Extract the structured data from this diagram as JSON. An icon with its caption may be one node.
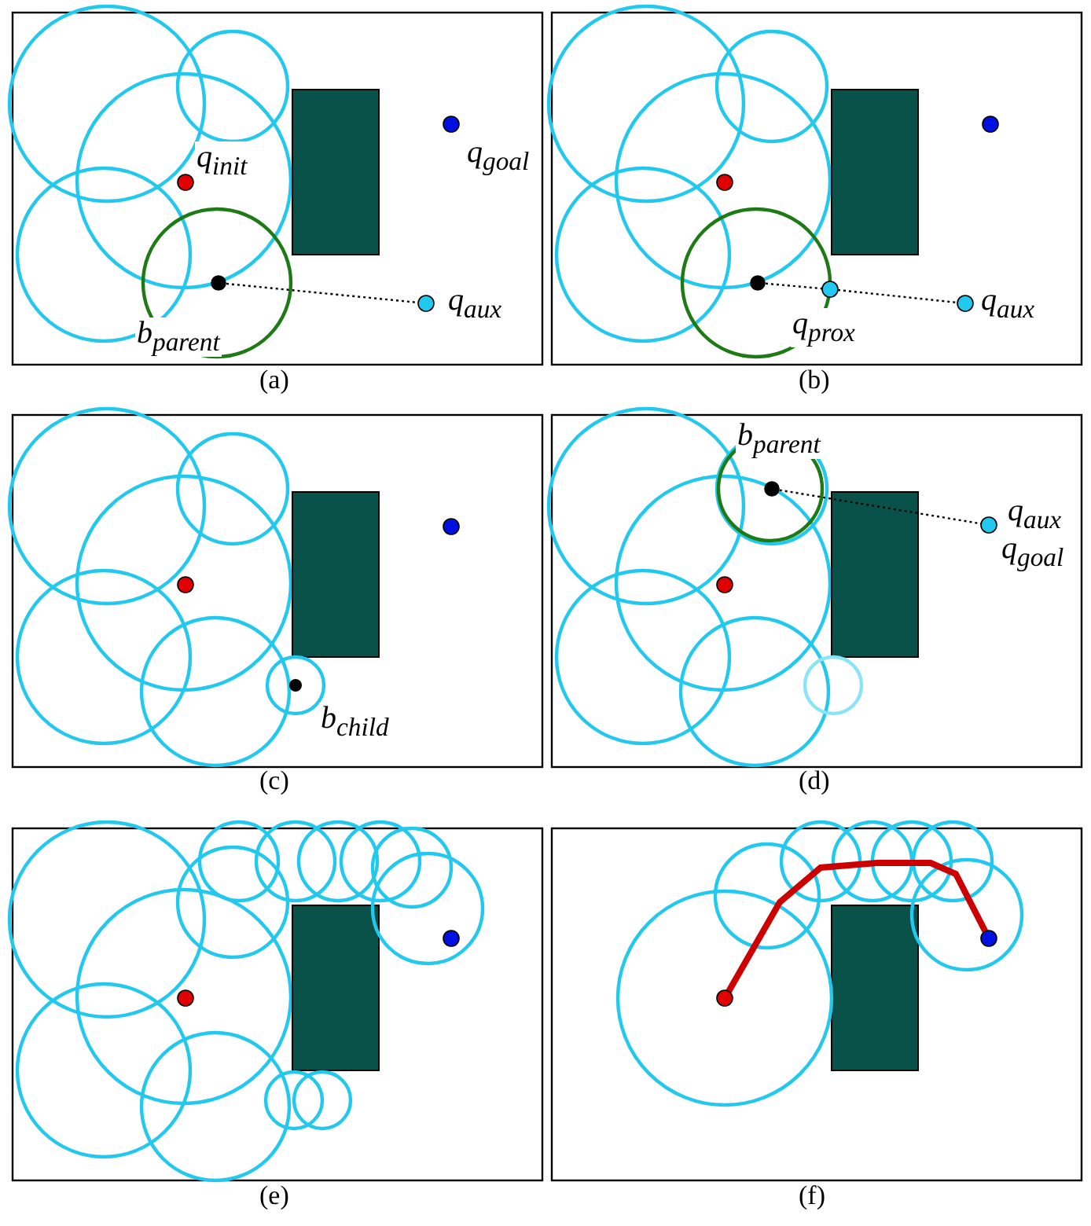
{
  "diagram": {
    "nodes": [
      {
        "text": [],
        "shape": "circle",
        "beside": [
          "b$_{parent}$"
        ]
      },
      {
        "text": [],
        "shape": "circle",
        "beside": [
          "q$_{aux}$"
        ]
      },
      {
        "text": [],
        "shape": "circle"
      },
      {
        "text": [],
        "shape": "circle",
        "beside": [
          "q$_{prox}$"
        ]
      },
      {
        "text": [],
        "shape": "circle",
        "beside": [
          "q$_{aux}$"
        ]
      },
      {
        "text": [],
        "shape": "circle",
        "beside": [
          "b$_{parent}$"
        ]
      },
      {
        "text": [],
        "shape": "circle",
        "beside": [
          "q$_{aux}$",
          "q$_{goal}$"
        ]
      },
      {
        "text": [],
        "shape": "circle"
      },
      {
        "text": [],
        "shape": "circle"
      }
    ],
    "edges": [
      {
        "from": 0,
        "to": 1,
        "arrow": "none",
        "style": "dashed"
      },
      {
        "from": 2,
        "to": 3,
        "arrow": "none",
        "style": "dashed"
      },
      {
        "from": 3,
        "to": 4,
        "arrow": "none",
        "style": "dashed"
      },
      {
        "from": 5,
        "to": 6,
        "arrow": "none",
        "style": "dashed"
      },
      {
        "from": 7,
        "to": 8,
        "arrow": "none",
        "style": "thick",
        "color": "#cc0000"
      }
    ],
    "labels": [
      "q$_{init}$",
      "q$_{goal}$",
      "(a)",
      "(b)",
      "b$_{child}$",
      "(c)",
      "(d)",
      "(e)",
      "(f)"
    ]
  }
}
